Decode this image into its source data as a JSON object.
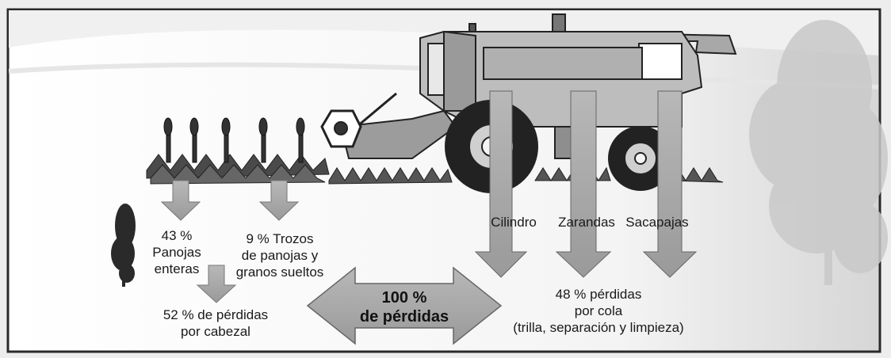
{
  "labels": {
    "panojas": [
      "43 %",
      "Panojas",
      "enteras"
    ],
    "trozos": [
      "9 % Trozos",
      "de panojas y",
      "granos sueltos"
    ],
    "cabezal": [
      "52 % de pérdidas",
      "por cabezal"
    ],
    "total": [
      "100 %",
      "de pérdidas"
    ],
    "cilindro": "Cilindro",
    "zarandas": "Zarandas",
    "sacapajas": "Sacapajas",
    "cola": [
      "48 % pérdidas",
      "por cola",
      "(trilla, separación y limpieza)"
    ]
  }
}
